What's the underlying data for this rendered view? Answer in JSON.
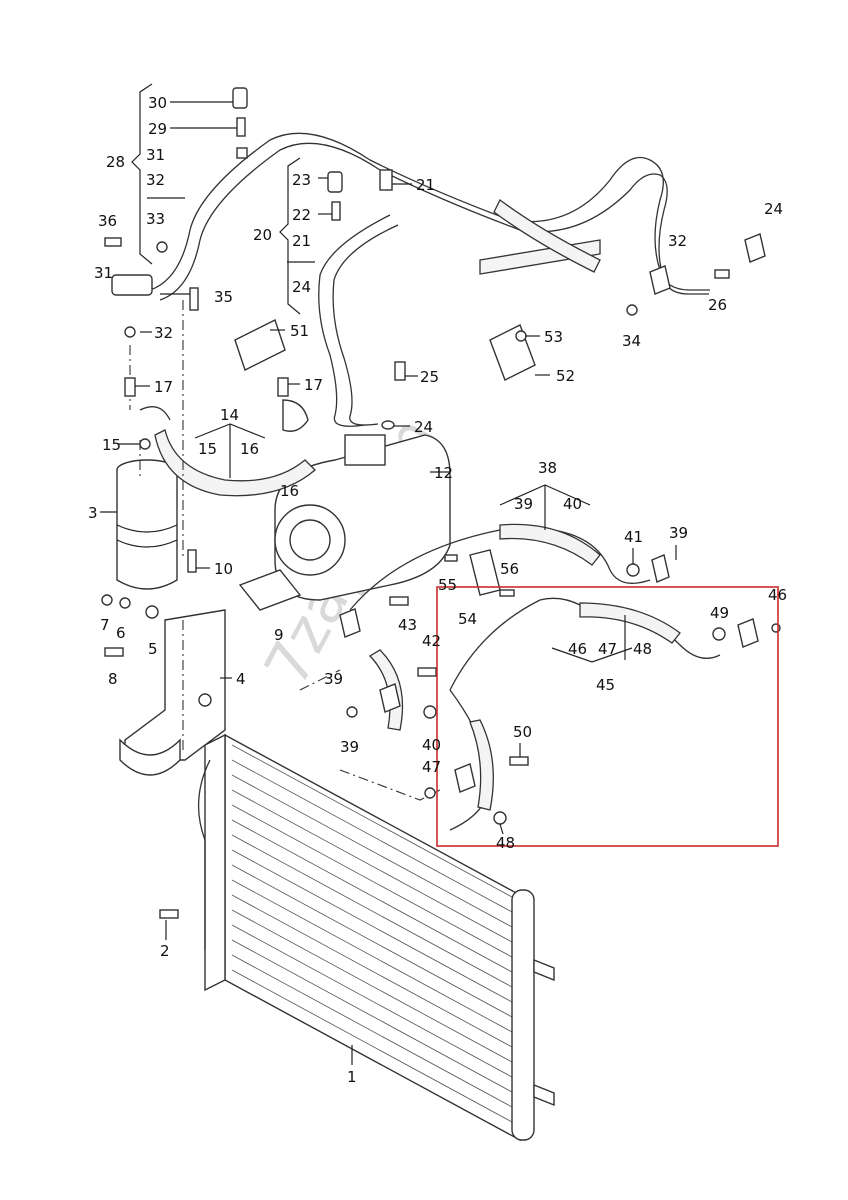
{
  "diagram": {
    "title": "A/C refrigerant circuit — condenser, compressor, receiver/dryer and lines (exploded parts view)",
    "watermark": "7zap.com",
    "highlight_color": "#cc2b2b",
    "highlighted_group": "45",
    "callouts": [
      {
        "id": "c30",
        "text": "30"
      },
      {
        "id": "c29",
        "text": "29"
      },
      {
        "id": "c28",
        "text": "28"
      },
      {
        "id": "c31a",
        "text": "31"
      },
      {
        "id": "c32a",
        "text": "32"
      },
      {
        "id": "c36",
        "text": "36"
      },
      {
        "id": "c33",
        "text": "33"
      },
      {
        "id": "c31b",
        "text": "31"
      },
      {
        "id": "c35",
        "text": "35"
      },
      {
        "id": "c32b",
        "text": "32"
      },
      {
        "id": "c17a",
        "text": "17"
      },
      {
        "id": "c15",
        "text": "15"
      },
      {
        "id": "c3",
        "text": "3"
      },
      {
        "id": "c14",
        "text": "14"
      },
      {
        "id": "c15b",
        "text": "15"
      },
      {
        "id": "c16a",
        "text": "16"
      },
      {
        "id": "c16b",
        "text": "16"
      },
      {
        "id": "c17b",
        "text": "17"
      },
      {
        "id": "c51",
        "text": "51"
      },
      {
        "id": "c23",
        "text": "23"
      },
      {
        "id": "c22",
        "text": "22"
      },
      {
        "id": "c20",
        "text": "20"
      },
      {
        "id": "c21a",
        "text": "21"
      },
      {
        "id": "c24a",
        "text": "24"
      },
      {
        "id": "c21b",
        "text": "21"
      },
      {
        "id": "c25",
        "text": "25"
      },
      {
        "id": "c24b",
        "text": "24"
      },
      {
        "id": "c12",
        "text": "12"
      },
      {
        "id": "c24c",
        "text": "24"
      },
      {
        "id": "c32c",
        "text": "32"
      },
      {
        "id": "c26",
        "text": "26"
      },
      {
        "id": "c34",
        "text": "34"
      },
      {
        "id": "c53",
        "text": "53"
      },
      {
        "id": "c52",
        "text": "52"
      },
      {
        "id": "c38",
        "text": "38"
      },
      {
        "id": "c39a",
        "text": "39"
      },
      {
        "id": "c40a",
        "text": "40"
      },
      {
        "id": "c41",
        "text": "41"
      },
      {
        "id": "c39b",
        "text": "39"
      },
      {
        "id": "c55",
        "text": "55"
      },
      {
        "id": "c56",
        "text": "56"
      },
      {
        "id": "c54",
        "text": "54"
      },
      {
        "id": "c10",
        "text": "10"
      },
      {
        "id": "c7",
        "text": "7"
      },
      {
        "id": "c6",
        "text": "6"
      },
      {
        "id": "c5",
        "text": "5"
      },
      {
        "id": "c8",
        "text": "8"
      },
      {
        "id": "c4",
        "text": "4"
      },
      {
        "id": "c9",
        "text": "9"
      },
      {
        "id": "c43",
        "text": "43"
      },
      {
        "id": "c39c",
        "text": "39"
      },
      {
        "id": "c42",
        "text": "42"
      },
      {
        "id": "c40b",
        "text": "40"
      },
      {
        "id": "c39d",
        "text": "39"
      },
      {
        "id": "c47a",
        "text": "47"
      },
      {
        "id": "c46a",
        "text": "46"
      },
      {
        "id": "c49",
        "text": "49"
      },
      {
        "id": "c46b",
        "text": "46"
      },
      {
        "id": "c47b",
        "text": "47"
      },
      {
        "id": "c48a",
        "text": "48"
      },
      {
        "id": "c45",
        "text": "45"
      },
      {
        "id": "c50",
        "text": "50"
      },
      {
        "id": "c48b",
        "text": "48"
      },
      {
        "id": "c2",
        "text": "2"
      },
      {
        "id": "c1",
        "text": "1"
      }
    ]
  }
}
